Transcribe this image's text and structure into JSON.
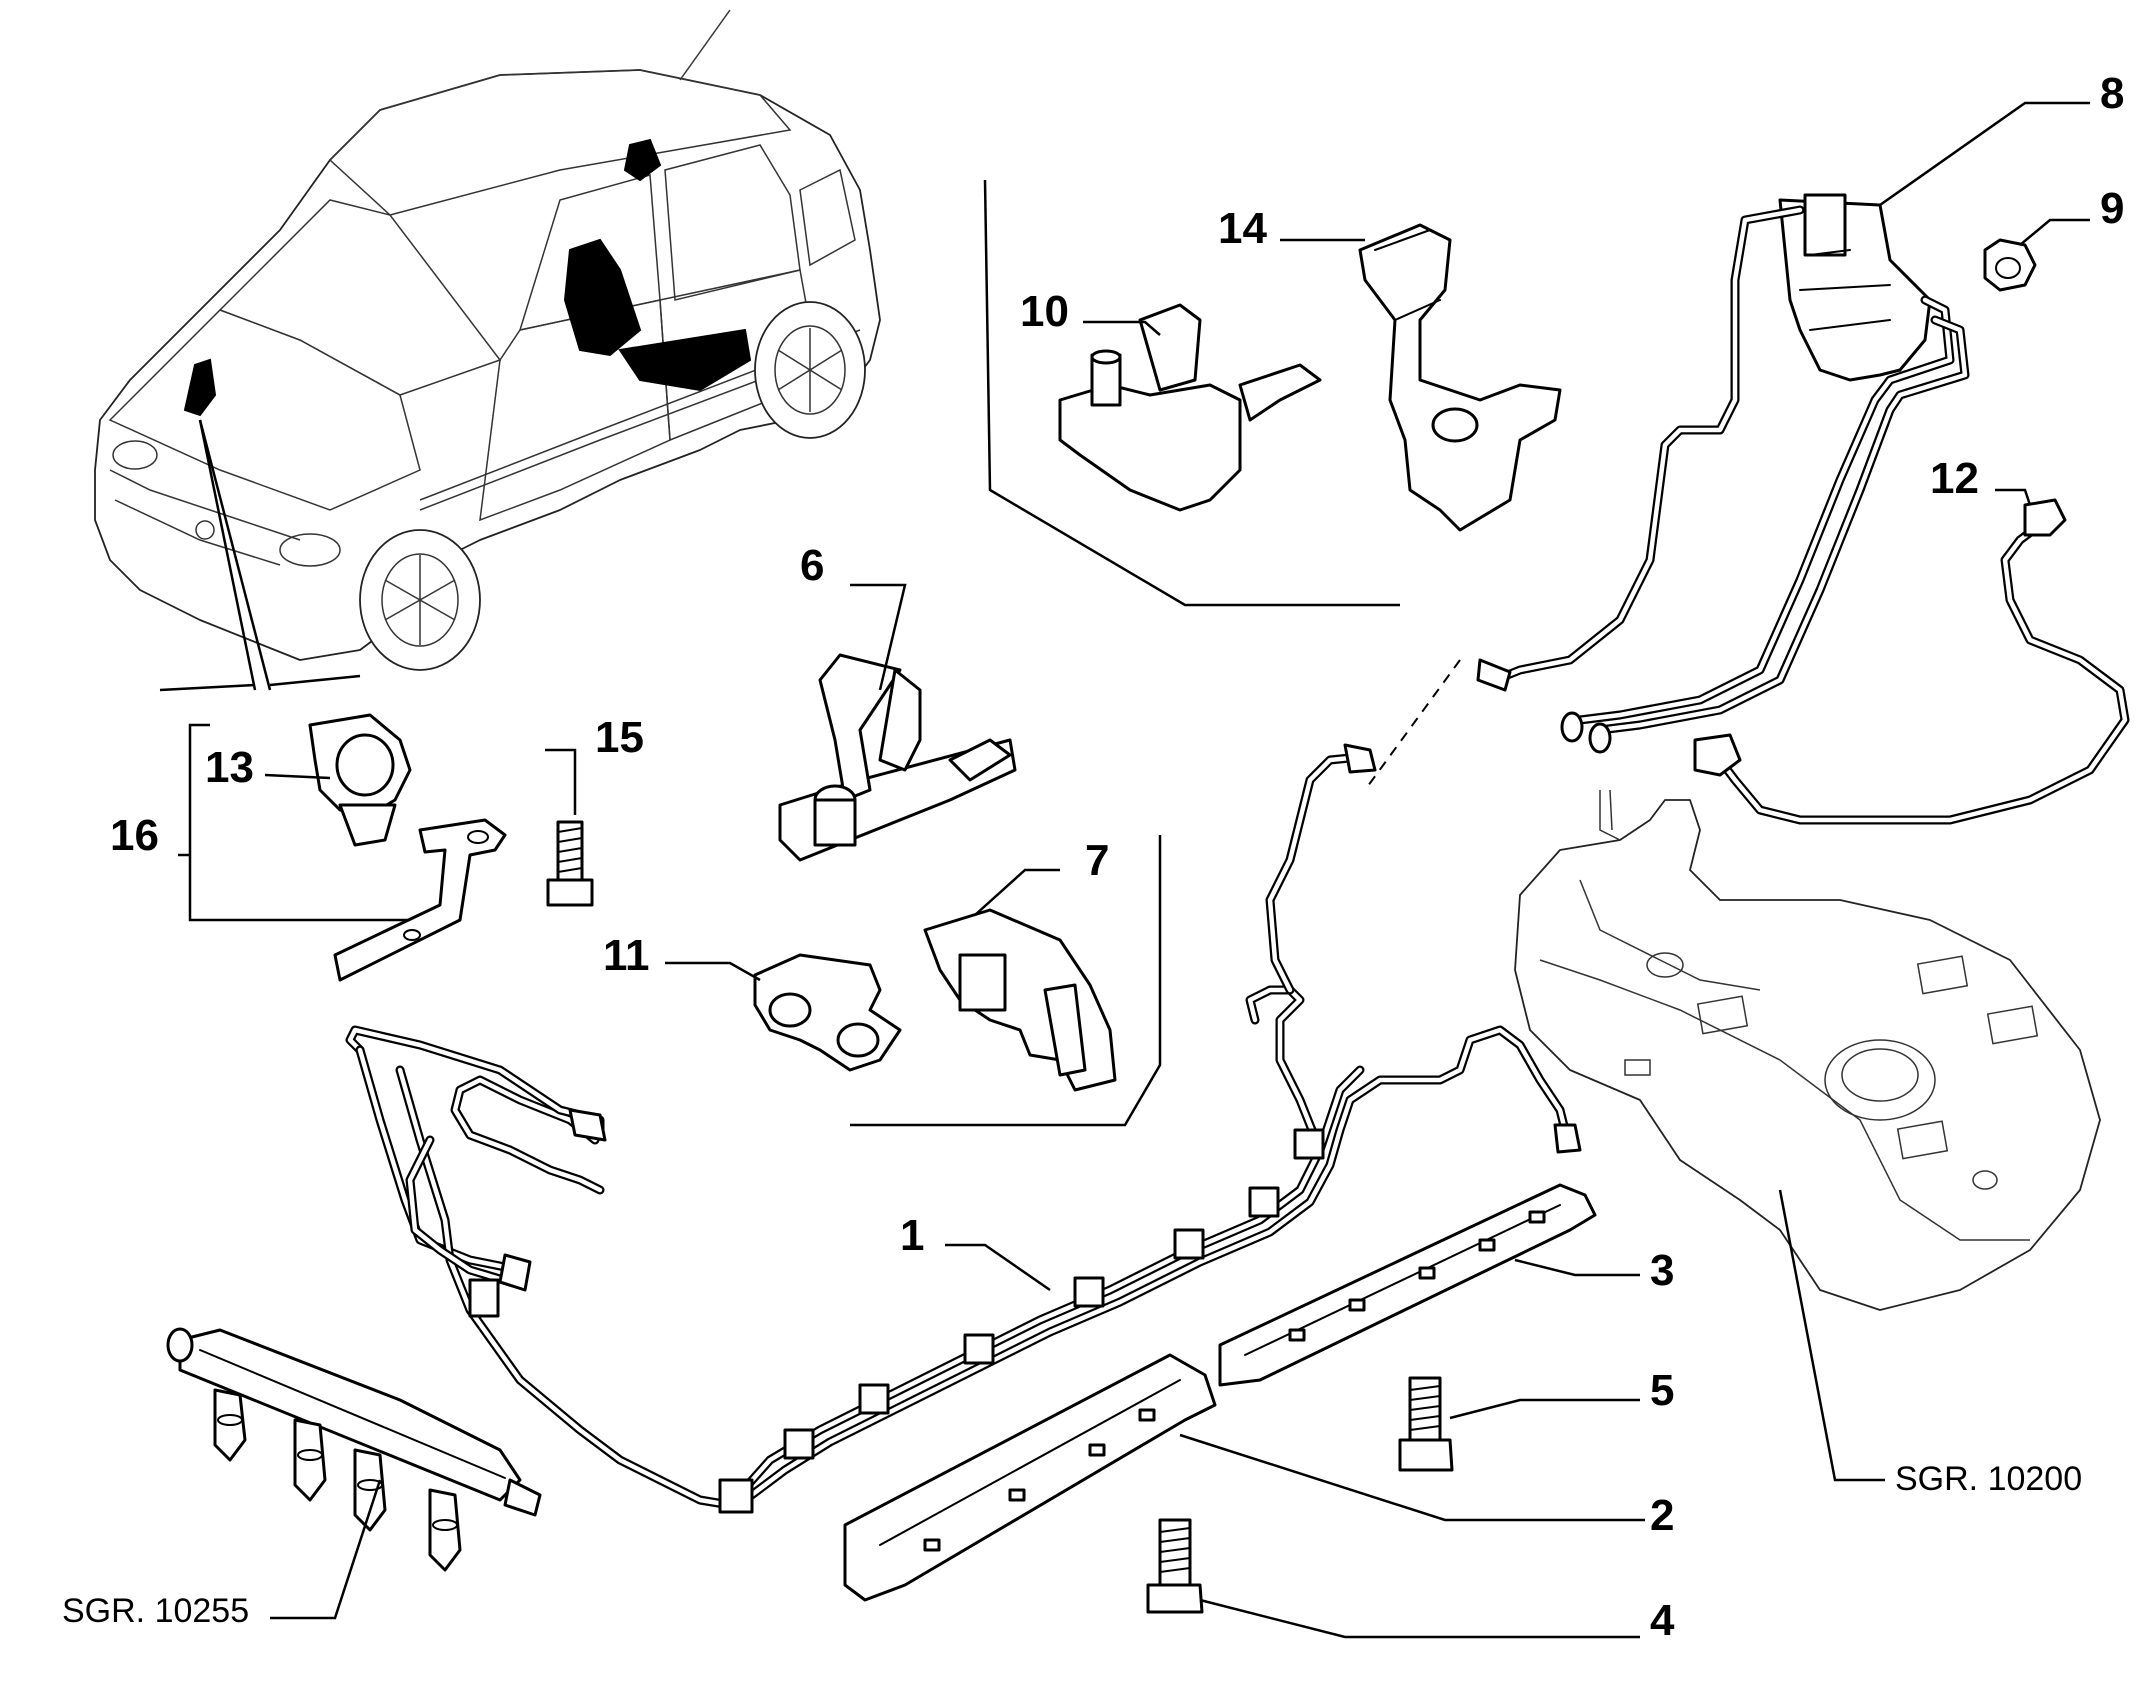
{
  "callouts": {
    "c1": "1",
    "c2": "2",
    "c3": "3",
    "c4": "4",
    "c5": "5",
    "c6": "6",
    "c7": "7",
    "c8": "8",
    "c9": "9",
    "c10": "10",
    "c11": "11",
    "c12": "12",
    "c13": "13",
    "c14": "14",
    "c15": "15",
    "c16": "16"
  },
  "references": {
    "fuel_rail": "SGR. 10255",
    "fuel_tank": "SGR. 10200"
  }
}
